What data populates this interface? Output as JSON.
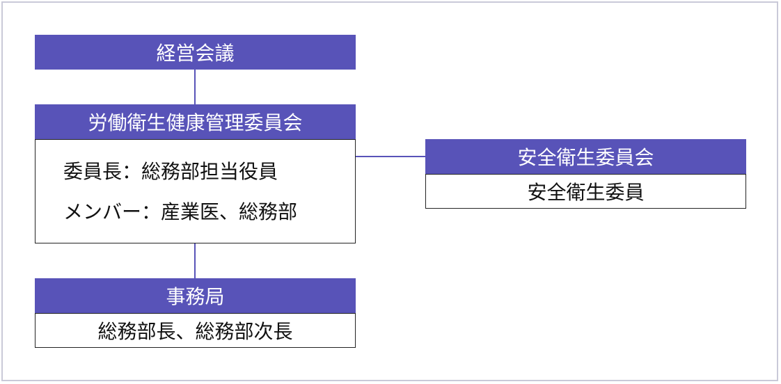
{
  "board": {
    "title": "経営会議"
  },
  "committee": {
    "title": "労働衛生健康管理委員会",
    "chair": "委員長：総務部担当役員",
    "members": "メンバー：産業医、総務部"
  },
  "safety": {
    "title": "安全衛生委員会",
    "body": "安全衛生委員"
  },
  "secretariat": {
    "title": "事務局",
    "body": "総務部長、総務部次長"
  },
  "colors": {
    "header_bg": "#5853b8",
    "frame_border": "#c9c9d8"
  }
}
